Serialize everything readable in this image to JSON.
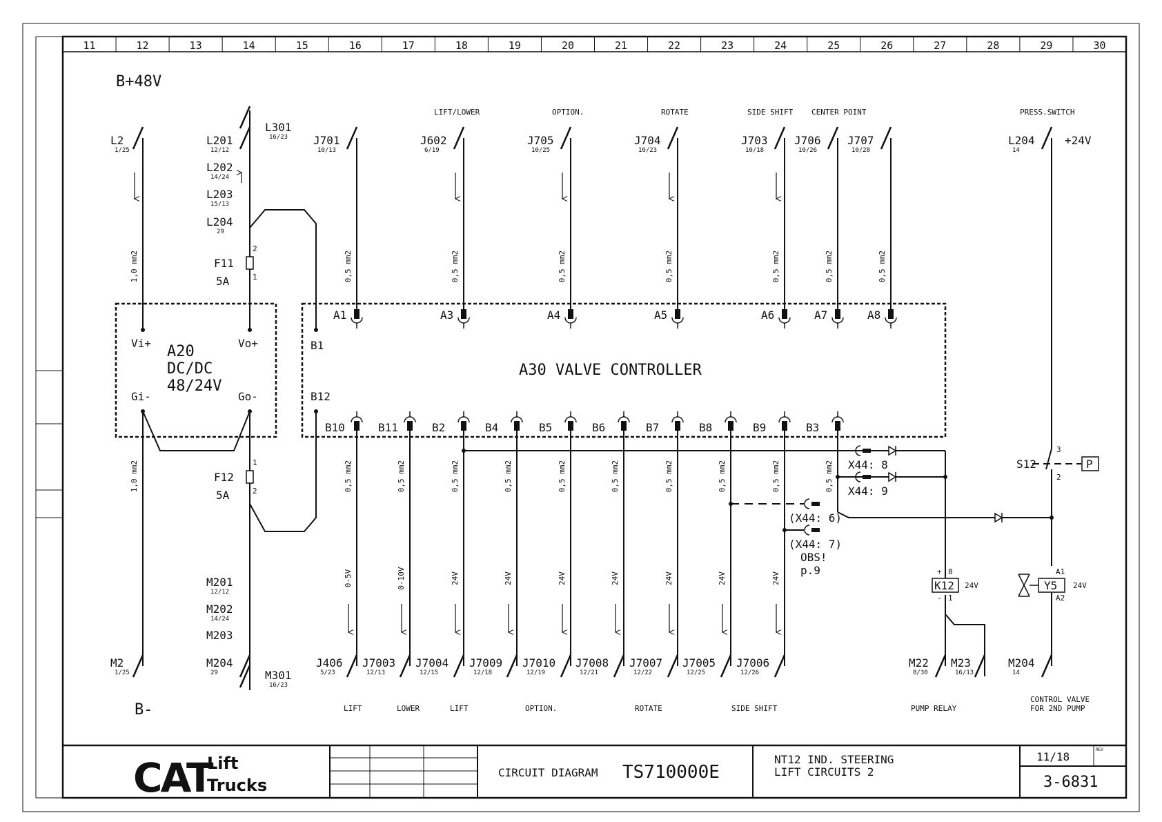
{
  "sheet": {
    "columns": [
      "11",
      "12",
      "13",
      "14",
      "15",
      "16",
      "17",
      "18",
      "19",
      "20",
      "21",
      "22",
      "23",
      "24",
      "25",
      "26",
      "27",
      "28",
      "29",
      "30"
    ]
  },
  "rails": {
    "top": "B+48V",
    "bottom": "B-"
  },
  "top_group_labels": [
    "LIFT/LOWER",
    "OPTION.",
    "ROTATE",
    "SIDE SHIFT",
    "CENTER POINT",
    "PRESS.SWITCH"
  ],
  "plus24v": "+24V",
  "top_connectors": [
    {
      "name": "L2",
      "ref": "1/25"
    },
    {
      "name": "L201",
      "ref": "12/12"
    },
    {
      "name": "L301",
      "ref": "16/23"
    },
    {
      "name": "L202",
      "ref": "14/24"
    },
    {
      "name": "L203",
      "ref": "15/13"
    },
    {
      "name": "L204",
      "ref": "29"
    },
    {
      "name": "J701",
      "ref": "10/13"
    },
    {
      "name": "J602",
      "ref": "6/19"
    },
    {
      "name": "J705",
      "ref": "10/25"
    },
    {
      "name": "J704",
      "ref": "10/23"
    },
    {
      "name": "J703",
      "ref": "10/18"
    },
    {
      "name": "J706",
      "ref": "10/26"
    },
    {
      "name": "J707",
      "ref": "10/28"
    },
    {
      "name": "L204",
      "ref": "14"
    }
  ],
  "wire_sizes": {
    "thick": "1,0 mm2",
    "thin": "0,5 mm2"
  },
  "fuses": [
    {
      "name": "F11",
      "rating": "5A",
      "pin_a": "2",
      "pin_b": "1"
    },
    {
      "name": "F12",
      "rating": "5A",
      "pin_a": "1",
      "pin_b": "2"
    }
  ],
  "converter": {
    "name": "A20",
    "line2": "DC/DC",
    "line3": "48/24V",
    "pins": [
      "Vi+",
      "Vo+",
      "Gi-",
      "Go-"
    ]
  },
  "controller": {
    "title": "A30  VALVE  CONTROLLER",
    "side_pins": [
      "B1",
      "B12"
    ],
    "top_pins": [
      "A1",
      "A3",
      "A4",
      "A5",
      "A6",
      "A7",
      "A8"
    ],
    "bottom_pins": [
      "B10",
      "B11",
      "B2",
      "B4",
      "B5",
      "B6",
      "B7",
      "B8",
      "B9",
      "B3"
    ]
  },
  "voltages": [
    "0-5V",
    "0-10V",
    "24V",
    "24V",
    "24V",
    "24V",
    "24V",
    "24V",
    "24V"
  ],
  "connector_x44": [
    "X44: 8",
    "X44: 9",
    "(X44: 6)",
    "(X44: 7)"
  ],
  "obs_note": [
    "OBS!",
    "p.9"
  ],
  "switch": {
    "name": "S12",
    "pin_top": "3",
    "pin_bottom": "2",
    "box": "P"
  },
  "relay": {
    "name": "K12",
    "voltage": "24V",
    "plus": "+",
    "minus": "-",
    "pin_top": "8",
    "pin_bottom": "1"
  },
  "valve": {
    "name": "Y5",
    "voltage": "24V",
    "pin_top": "A1",
    "pin_bottom": "A2"
  },
  "ground_labels": [
    {
      "name": "M201",
      "ref": "12/12"
    },
    {
      "name": "M202",
      "ref": "14/24"
    },
    {
      "name": "M203",
      "ref": ""
    }
  ],
  "bottom_connectors": [
    {
      "name": "M2",
      "ref": "1/25"
    },
    {
      "name": "M204",
      "ref": "29"
    },
    {
      "name": "M301",
      "ref": "16/23"
    },
    {
      "name": "J406",
      "ref": "5/23"
    },
    {
      "name": "J7003",
      "ref": "12/13"
    },
    {
      "name": "J7004",
      "ref": "12/15"
    },
    {
      "name": "J7009",
      "ref": "12/18"
    },
    {
      "name": "J7010",
      "ref": "12/19"
    },
    {
      "name": "J7008",
      "ref": "12/21"
    },
    {
      "name": "J7007",
      "ref": "12/22"
    },
    {
      "name": "J7005",
      "ref": "12/25"
    },
    {
      "name": "J7006",
      "ref": "12/26"
    },
    {
      "name": "M22",
      "ref": "8/30"
    },
    {
      "name": "M23",
      "ref": "16/13"
    },
    {
      "name": "M204",
      "ref": "14"
    }
  ],
  "bottom_group_labels": [
    "LIFT",
    "LOWER",
    "LIFT",
    "OPTION.",
    "ROTATE",
    "SIDE SHIFT",
    "PUMP RELAY",
    "CONTROL VALVE",
    "FOR 2ND PUMP"
  ],
  "title_block": {
    "logo_cat": "CAT",
    "logo_lift": "Lift",
    "logo_trucks": "Trucks",
    "diagram_label": "CIRCUIT DIAGRAM",
    "diagram_number": "TS710000E",
    "desc_line1": "NT12 IND. STEERING",
    "desc_line2": "LIFT CIRCUITS 2",
    "page": "11/18",
    "rev": "REV",
    "doc_number": "3-6831"
  }
}
